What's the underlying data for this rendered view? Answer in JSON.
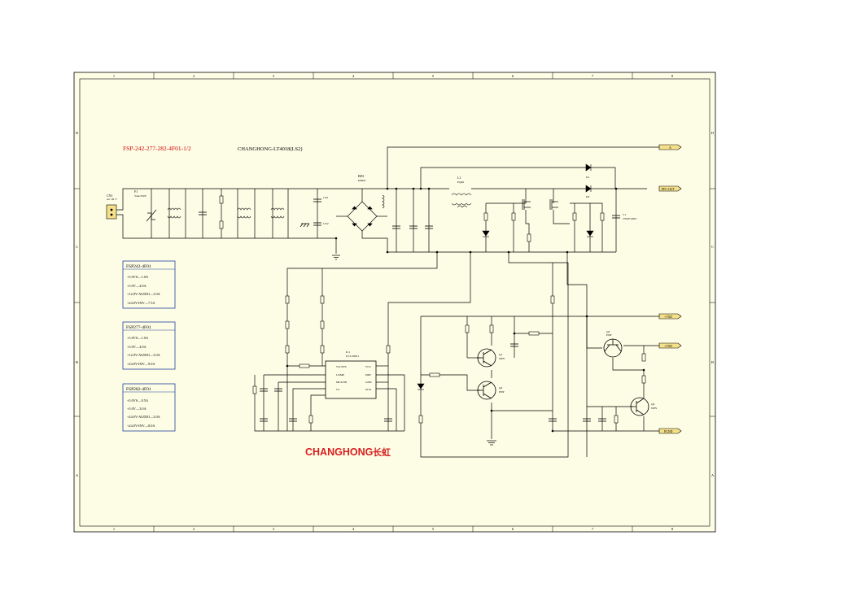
{
  "colors": {
    "background": "#ffffff",
    "paper": "#fdfde6",
    "line": "#000000",
    "title_red": "#d40000",
    "box_blue": "#1f3f9a",
    "logo_red": "#d81e1e"
  },
  "border": {
    "columns": [
      "1",
      "2",
      "3",
      "4",
      "5",
      "6",
      "7",
      "8"
    ],
    "rows": [
      "D",
      "C",
      "B",
      "A"
    ]
  },
  "header": {
    "model_title": "FSP-242-277-282-4F01-1/2",
    "chassis": "CHANGHONG-LT4018(LS2)"
  },
  "spec_boxes": [
    {
      "title": "FSP242-4F01",
      "lines": [
        "+5.0VS—1.0A",
        "+5.0V—4.0A",
        "+12.0V-AUDIO—3.0A",
        "+24.0V-INV—7.5A"
      ]
    },
    {
      "title": "FSP277-4F01",
      "lines": [
        "+5.0VS—1.0A",
        "+5.0V—4.0A",
        "+12.0V-AUDIO—3.0A",
        "+24.0V-INV—9.0A"
      ]
    },
    {
      "title": "FSP282-4F01",
      "lines": [
        "+5.0VS—0.5A",
        "+5.0V—3.0A",
        "+24.0V-AUDIO—3.0A",
        "+24.0V-INV—8.0A"
      ]
    }
  ],
  "nets": {
    "top": "A",
    "pfc_out": "PFC-OUT",
    "sig1": "+TXD",
    "sig2": "+TXD",
    "gnd": "PGND"
  },
  "components": {
    "cn1": "CN1",
    "cn1_val": "AC IN V",
    "fuse": "F1",
    "fuse_val": "T4A/250V",
    "bd1": "BD1",
    "bd1_val": "KBU8",
    "l1": "L1",
    "l1_val": "PQ26",
    "ic1": "IC1",
    "ic1_val": "UCC28051",
    "ic1_pins_left": [
      "VO-SNS",
      "COMP",
      "MULTIN",
      "CS"
    ],
    "ic1_pins_right": [
      "VCC",
      "DRV",
      "GND",
      "ZCD"
    ],
    "q1": "Q1",
    "q1_val": "NPN",
    "q2": "Q2",
    "q2_val": "PNP",
    "q3": "Q3",
    "q3_val": "PNP",
    "q4": "Q4",
    "q4_val": "NPN",
    "d1": "D1",
    "d2": "D2",
    "cap_bulk": "C1",
    "cap_bulk_val": "270uF/450V",
    "cx1": "CX1",
    "cx2": "CX2"
  },
  "logo": {
    "brand": "CHANGHONG",
    "cn": "长虹"
  }
}
